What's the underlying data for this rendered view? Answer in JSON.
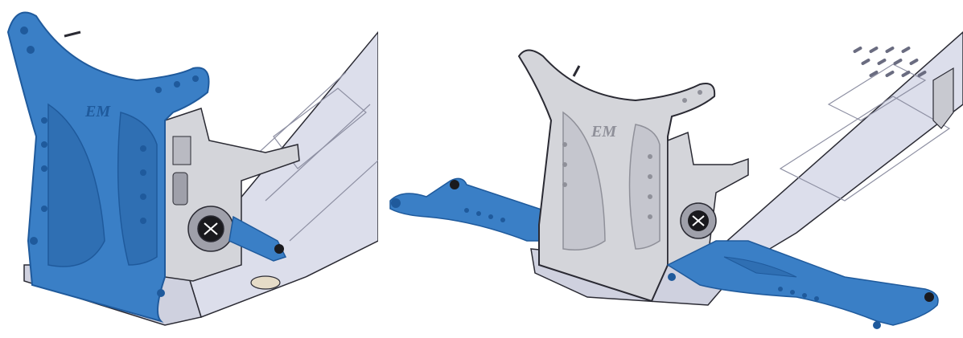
{
  "images": [
    {
      "name": "rear-bulkhead-blue-shock-tower",
      "logo_text": "EM",
      "tower_color": "#3a7fc6",
      "plate_color": "#d9dbe8"
    },
    {
      "name": "rear-bulkhead-blue-suspension-arms",
      "logo_text": "EM",
      "arm_color": "#3a7fc6",
      "tower_color": "#d4d5da",
      "plate_color": "#d9dbe8"
    }
  ],
  "colors": {
    "blue_part": "#3a7fc6",
    "blue_dark": "#1f5a9c",
    "aluminium": "#d4d5da",
    "aluminium_dark": "#8f9099",
    "chassis_plate": "#d9dbe8",
    "outline": "#2a2a33"
  }
}
